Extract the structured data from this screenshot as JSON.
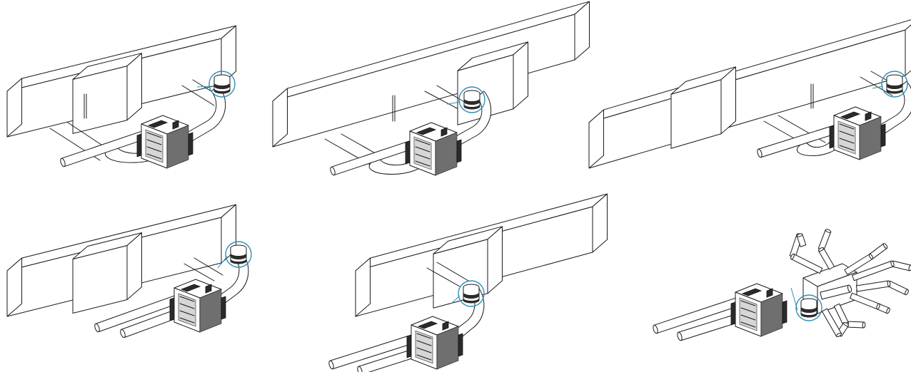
{
  "colors": {
    "line": "#1a1a1a",
    "accent": "#2f8fb4",
    "background": "#ffffff"
  },
  "icons": {
    "unit": "ventilation-unit-icon",
    "damper": "damper-icon"
  },
  "panels": [
    {
      "id": 1,
      "layout": "short-duct-single-pipe"
    },
    {
      "id": 2,
      "layout": "long-duct-single-pipe"
    },
    {
      "id": 3,
      "layout": "long-duct-single-pipe-right"
    },
    {
      "id": 4,
      "layout": "short-duct-dual-pipe"
    },
    {
      "id": 5,
      "layout": "short-duct-dual-pipe-low"
    },
    {
      "id": 6,
      "layout": "manifold-branches"
    }
  ]
}
